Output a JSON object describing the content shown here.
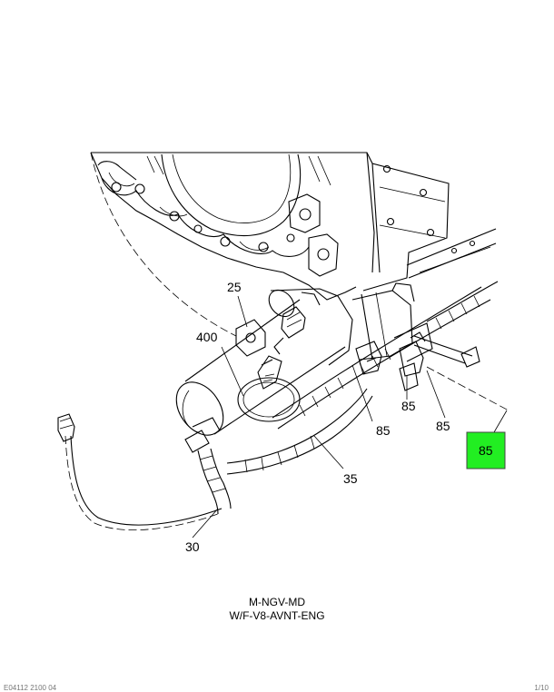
{
  "callouts": {
    "c25": "25",
    "c400": "400",
    "c85a": "85",
    "c85b": "85",
    "c85c": "85",
    "c35": "35",
    "c30": "30",
    "c85_highlight": "85"
  },
  "caption": {
    "line1": "M-NGV-MD",
    "line2": "W/F-V8-AVNT-ENG"
  },
  "footer": {
    "left": "Ε04112 2100 04",
    "right": "1/10"
  },
  "colors": {
    "highlight_fill": "#22ee22",
    "highlight_border": "#444444",
    "line": "#000000"
  }
}
